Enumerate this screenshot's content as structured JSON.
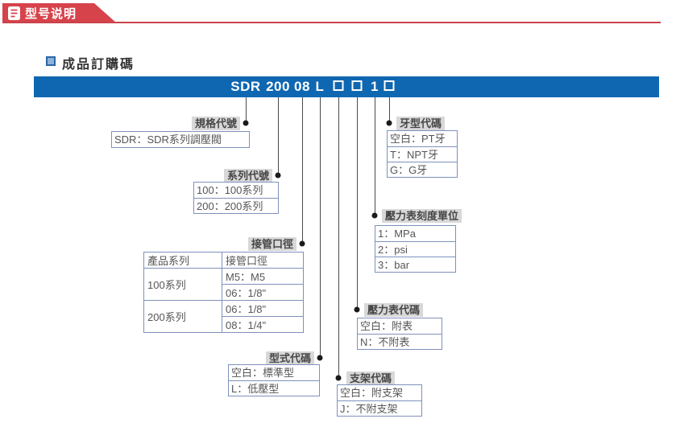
{
  "header": {
    "tab_title": "型号说明"
  },
  "section": {
    "title": "成品訂購碼"
  },
  "banner": {
    "segments": [
      {
        "text": "SDR"
      },
      {
        "text": "200"
      },
      {
        "text": "08"
      },
      {
        "text": "L"
      },
      {
        "text": "",
        "box": true
      },
      {
        "text": "",
        "box": true
      },
      {
        "text": "1"
      },
      {
        "text": "",
        "box": true
      }
    ]
  },
  "callouts": {
    "spec": {
      "label": "規格代號",
      "rows": [
        "SDR：SDR系列調壓閥"
      ]
    },
    "series": {
      "label": "系列代號",
      "rows": [
        "100：100系列",
        "200：200系列"
      ]
    },
    "port": {
      "label": "接管口徑"
    },
    "type": {
      "label": "型式代碼",
      "rows": [
        "空白：標準型",
        "L：低壓型"
      ]
    },
    "bracket": {
      "label": "支架代碼",
      "rows": [
        "空白：附支架",
        "J：不附支架"
      ]
    },
    "gauge": {
      "label": "壓力表代碼",
      "rows": [
        "空白：附表",
        "N：不附表"
      ]
    },
    "unit": {
      "label": "壓力表刻度單位",
      "rows": [
        "1：MPa",
        "2：psi",
        "3：bar"
      ]
    },
    "thread": {
      "label": "牙型代碼",
      "rows": [
        "空白：PT牙",
        "T：NPT牙",
        "G：G牙"
      ]
    }
  },
  "port_table": {
    "headers": [
      "產品系列",
      "接管口徑"
    ],
    "rows": [
      {
        "series": "100系列",
        "size": "M5：M5"
      },
      {
        "size": "06：1/8\""
      },
      {
        "series": "200系列",
        "size": "06：1/8\""
      },
      {
        "size": "08：1/4\""
      }
    ]
  },
  "colors": {
    "accent_red": "#d6434b",
    "banner_blue": "#0f67b1",
    "label_bg": "#d8d8d8",
    "box_border": "#7e91bc"
  }
}
